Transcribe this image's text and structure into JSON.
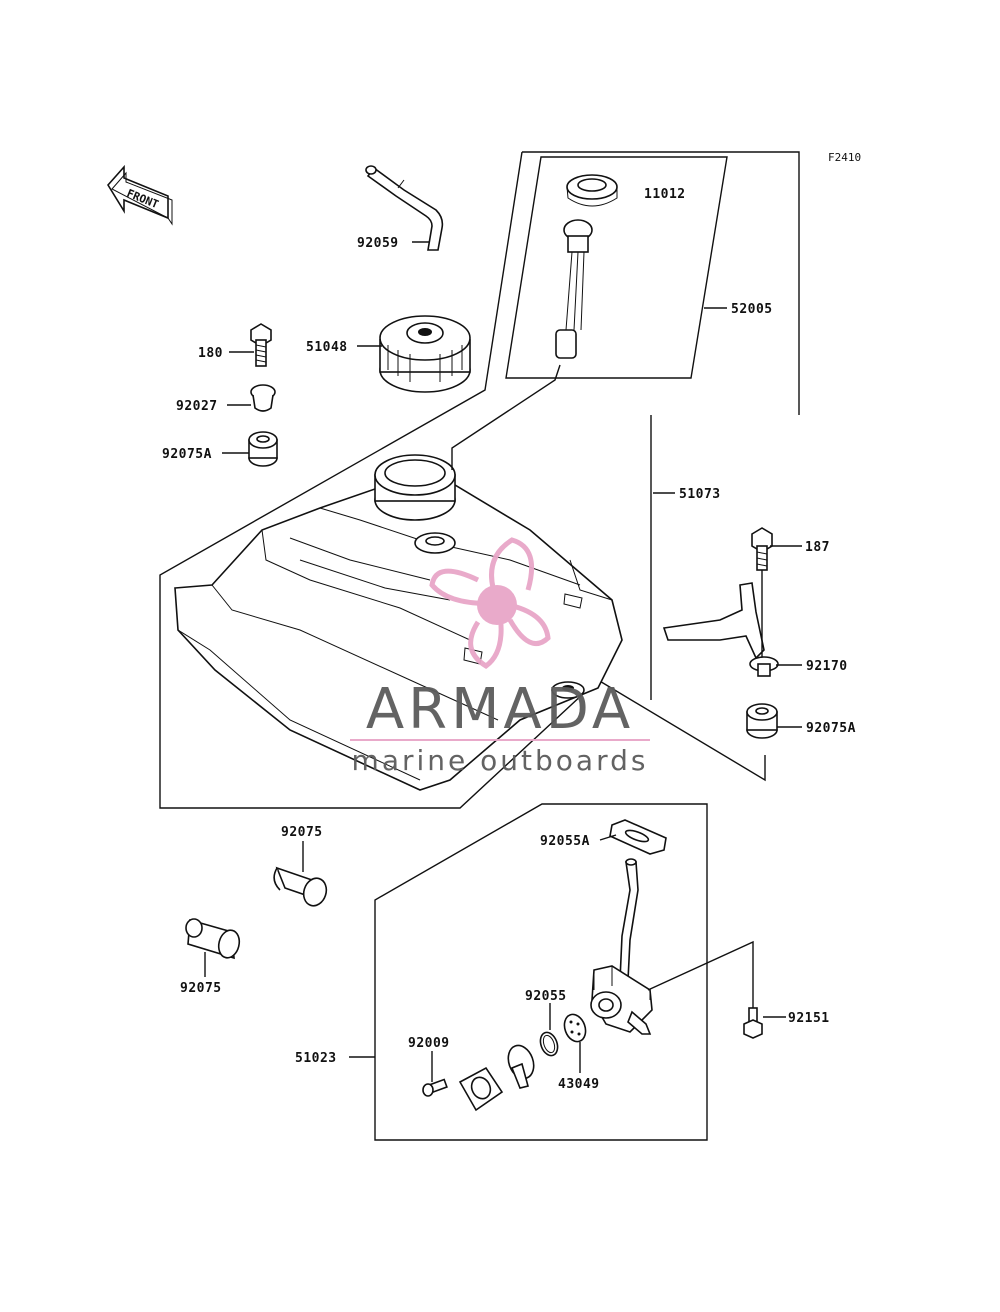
{
  "figure_code": "F2410",
  "front_label": "FRONT",
  "part_labels": {
    "p11012": "11012",
    "p52005": "52005",
    "p92059": "92059",
    "p180": "180",
    "p51048": "51048",
    "p92027": "92027",
    "p92075A_left": "92075A",
    "p51073": "51073",
    "p187": "187",
    "p92170": "92170",
    "p92075A_right": "92075A",
    "p92075_top": "92075",
    "p92075_bottom": "92075",
    "p92055A": "92055A",
    "p92055": "92055",
    "p92151": "92151",
    "p51023": "51023",
    "p92009": "92009",
    "p43049": "43049"
  },
  "watermark": {
    "brand": "ARMADA",
    "tagline": "marine outboards",
    "logo_color": "#e8a6c8",
    "text_color": "#5b5b5b"
  }
}
